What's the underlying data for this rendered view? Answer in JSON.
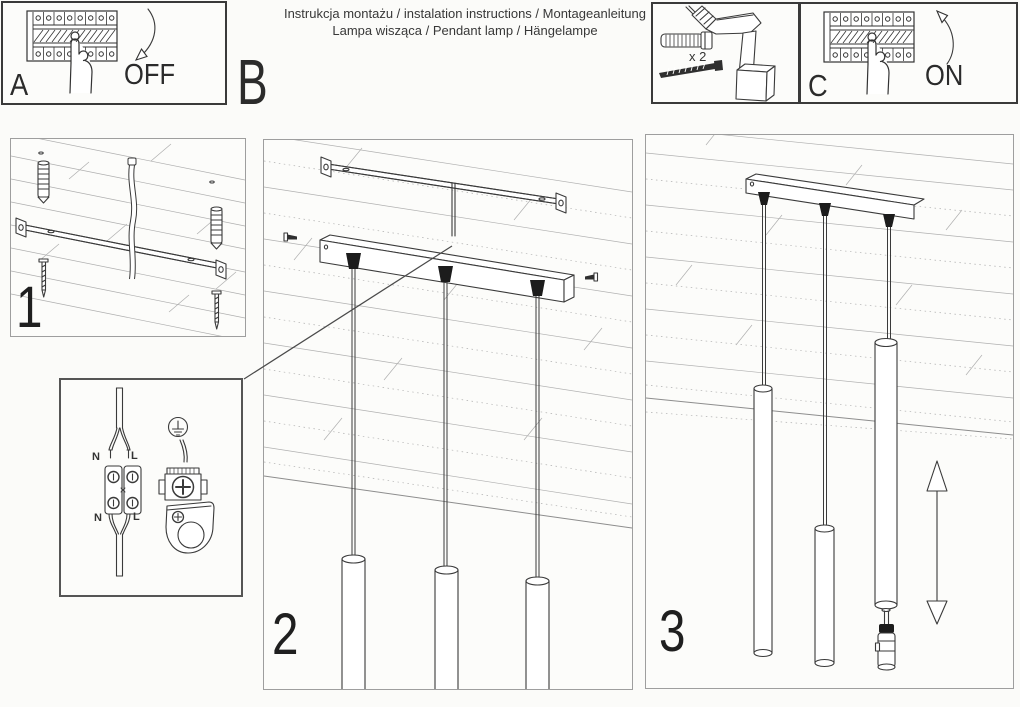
{
  "title": {
    "line1": "Instrukcja montażu / instalation instructions / Montageanleitung",
    "line2": "Lampa wisząca / Pendant lamp / Hängelampe"
  },
  "panels": {
    "a": {
      "label": "A",
      "action": "OFF"
    },
    "b": {
      "label": "B"
    },
    "tools": {
      "quantity": "x 2"
    },
    "c": {
      "label": "C",
      "action": "ON"
    }
  },
  "steps": {
    "step1": {
      "number": "1"
    },
    "step2": {
      "number": "2"
    },
    "step3": {
      "number": "3"
    }
  },
  "wiring_detail": {
    "labels": {
      "in_n": "N",
      "in_l": "L",
      "out_n": "N",
      "out_l": "L"
    }
  },
  "colors": {
    "ink": "#3a3a3a",
    "ceiling_line": "#adadad",
    "box_border": "#9e9e9e",
    "panel_border": "#3a3a3a",
    "background": "#fbfbf9"
  }
}
